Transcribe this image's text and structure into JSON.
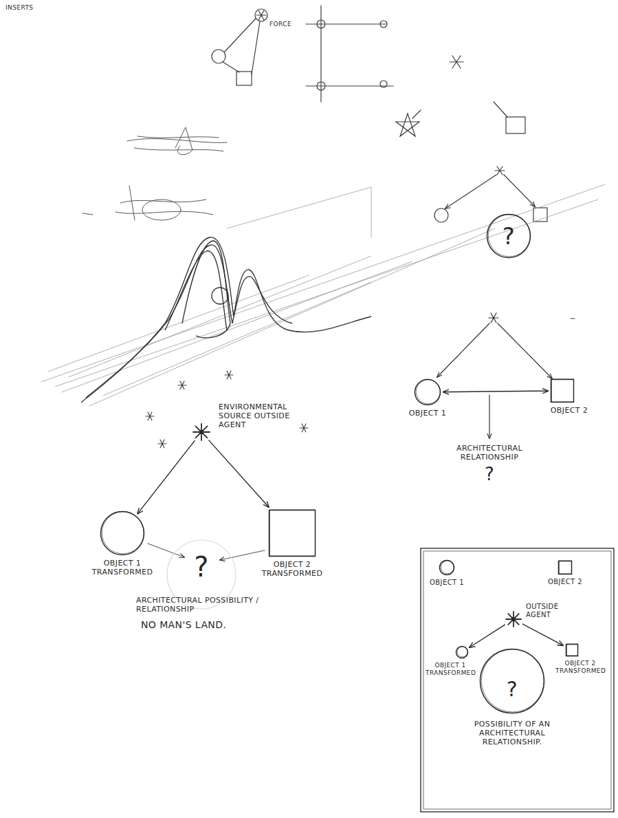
{
  "diagram": {
    "nodes": [
      {
        "text": [
          "?"
        ]
      },
      {
        "text": [
          "OBJECT 1"
        ]
      },
      {
        "text": [
          "OBJECT 2"
        ]
      },
      {
        "text": [
          "ENVIRONMENTAL",
          "SOURCE OUTSIDE AGENT"
        ]
      },
      {
        "text": [
          "OBJECT 1 TRANSFORMED"
        ]
      },
      {
        "text": [
          "OBJECT 2 TRANSFORMED"
        ]
      },
      {
        "text": [
          "OBJECT 1"
        ]
      },
      {
        "text": [
          "OBJECT 2"
        ]
      },
      {
        "text": [
          "OUTSIDE AGENT"
        ]
      },
      {
        "text": [
          "OBJECT 1 TRANSFORMED"
        ]
      },
      {
        "text": [
          "OBJECT 2 TRANSFORMED"
        ]
      },
      {
        "text": [
          "?"
        ]
      }
    ],
    "edges": [
      {
        "from": 1,
        "to": 2,
        "arrow": "both"
      },
      {
        "from": 3,
        "to": 4,
        "arrow": "to"
      },
      {
        "from": 3,
        "to": 5,
        "arrow": "to"
      },
      {
        "from": 8,
        "to": 9,
        "arrow": "to"
      },
      {
        "from": 8,
        "to": 10,
        "arrow": "to"
      }
    ],
    "labels": [
      "INSERTS",
      "FORCE",
      "ARCHITECTURAL RELATIONSHIP",
      "?",
      "?",
      "ARCHITECTURAL POSSIBILITY / RELATIONSHIP",
      "NO MAN'S LAND.",
      "POSSIBILITY OF AN ARCHITECTURAL RELATIONSHIP."
    ]
  }
}
